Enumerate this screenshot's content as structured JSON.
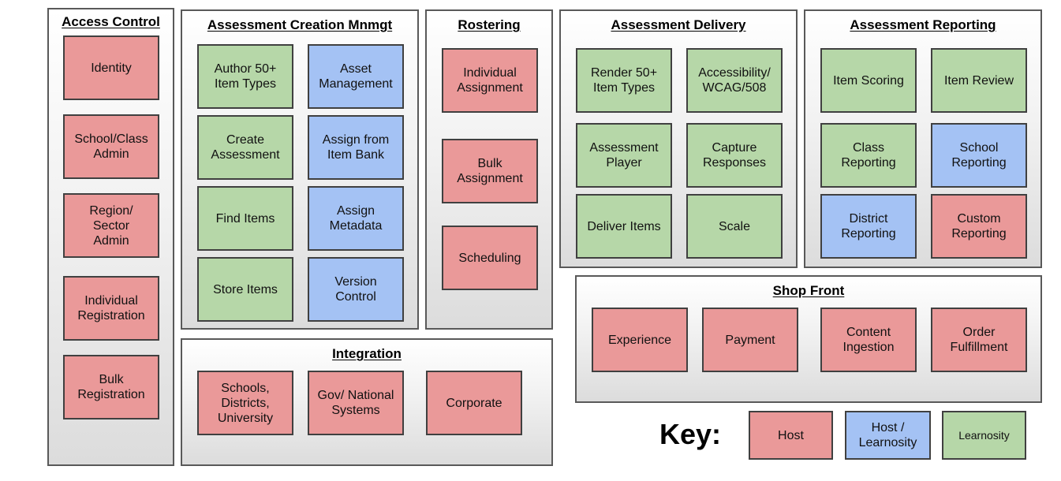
{
  "colors": {
    "host": "#ea9999",
    "host_learnosity": "#a4c2f4",
    "learnosity": "#b6d7a8"
  },
  "groups": {
    "access_control": {
      "title": "Access Control",
      "items": [
        "Identity",
        "School/Class\nAdmin",
        "Region/\nSector\nAdmin",
        "Individual\nRegistration",
        "Bulk\nRegistration"
      ]
    },
    "assessment_creation": {
      "title": "Assessment Creation Mnmgt",
      "items": [
        "Author 50+\nItem Types",
        "Asset\nManagement",
        "Create\nAssessment",
        "Assign from\nItem Bank",
        "Find Items",
        "Assign\nMetadata",
        "Store Items",
        "Version\nControl"
      ]
    },
    "rostering": {
      "title": "Rostering",
      "items": [
        "Individual\nAssignment",
        "Bulk\nAssignment",
        "Scheduling"
      ]
    },
    "assessment_delivery": {
      "title": "Assessment Delivery",
      "items": [
        "Render 50+\nItem Types",
        "Accessibility/\nWCAG/508",
        "Assessment\nPlayer",
        "Capture\nResponses",
        "Deliver Items",
        "Scale"
      ]
    },
    "assessment_reporting": {
      "title": "Assessment Reporting",
      "items": [
        "Item Scoring",
        "Item Review",
        "Class\nReporting",
        "School\nReporting",
        "District\nReporting",
        "Custom\nReporting"
      ]
    },
    "integration": {
      "title": "Integration",
      "items": [
        "Schools,\nDistricts,\nUniversity",
        "Gov/ National\nSystems",
        "Corporate"
      ]
    },
    "shop_front": {
      "title": "Shop Front",
      "items": [
        "Experience",
        "Payment",
        "Content\nIngestion",
        "Order\nFulfillment"
      ]
    }
  },
  "key": {
    "title": "Key:",
    "host": "Host",
    "host_learnosity": "Host /\nLearnosity",
    "learnosity": "Learnosity"
  }
}
